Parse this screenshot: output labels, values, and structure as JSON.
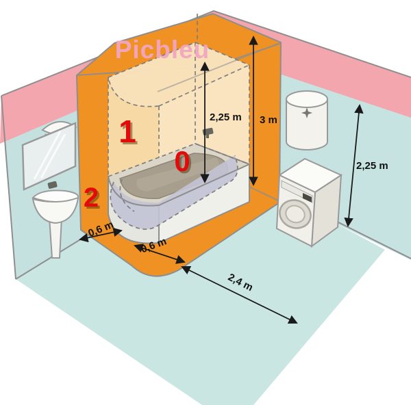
{
  "diagram": {
    "watermark": "Picbleu",
    "zones": [
      {
        "id": "volume-0",
        "label": "0",
        "description": "inside bathtub"
      },
      {
        "id": "volume-1",
        "label": "1",
        "description": "above bathtub"
      },
      {
        "id": "volume-2",
        "label": "2",
        "description": "band around bathtub"
      }
    ],
    "dimensions": {
      "volume1_height": "2,25 m",
      "room_height": "3 m",
      "right_wall_height": "2,25 m",
      "zone2_width_left": "0,6 m",
      "zone2_width_front": "0,6 m",
      "floor_clearance": "2,4 m"
    },
    "colors": {
      "zone_band_orange": "#F09123",
      "volume1_cream": "#F7DFB6",
      "wall_pink": "#F4A6AE",
      "room_teal": "#C4E1E0",
      "floor_teal": "#CAE6E3",
      "volume0_lavender": "#C2C3D5",
      "zone_label_red": "#E30A0A",
      "watermark_pink": "#F3A6C3"
    },
    "objects": [
      "bathtub",
      "washing-machine",
      "water-heater",
      "pedestal-sink",
      "mirror",
      "wall-light"
    ]
  }
}
